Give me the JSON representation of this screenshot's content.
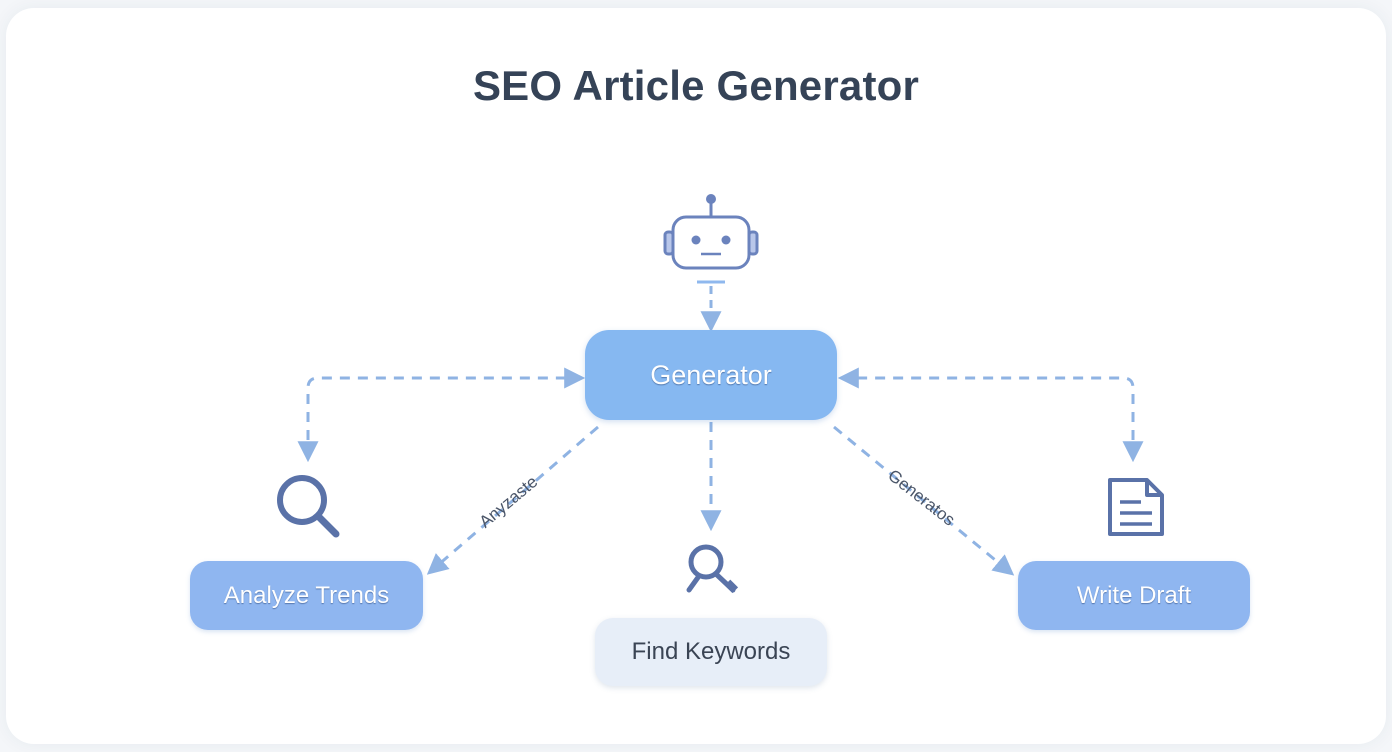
{
  "title": "SEO Article Generator",
  "nodes": {
    "generator": "Generator",
    "analyze_trends": "Analyze Trends",
    "find_keywords": "Find Keywords",
    "write_draft": "Write Draft"
  },
  "edge_labels": {
    "left": "Anyzaste",
    "right": "Generatos"
  },
  "icons": {
    "top": "robot-icon",
    "analyze_trends": "magnifier-icon",
    "find_keywords": "key-search-icon",
    "write_draft": "document-icon"
  },
  "colors": {
    "title": "#354357",
    "node_fill": "#86b8f1",
    "node_light_fill": "#e7eef8",
    "connector": "#8fb3e3",
    "icon": "#5a72a8"
  }
}
